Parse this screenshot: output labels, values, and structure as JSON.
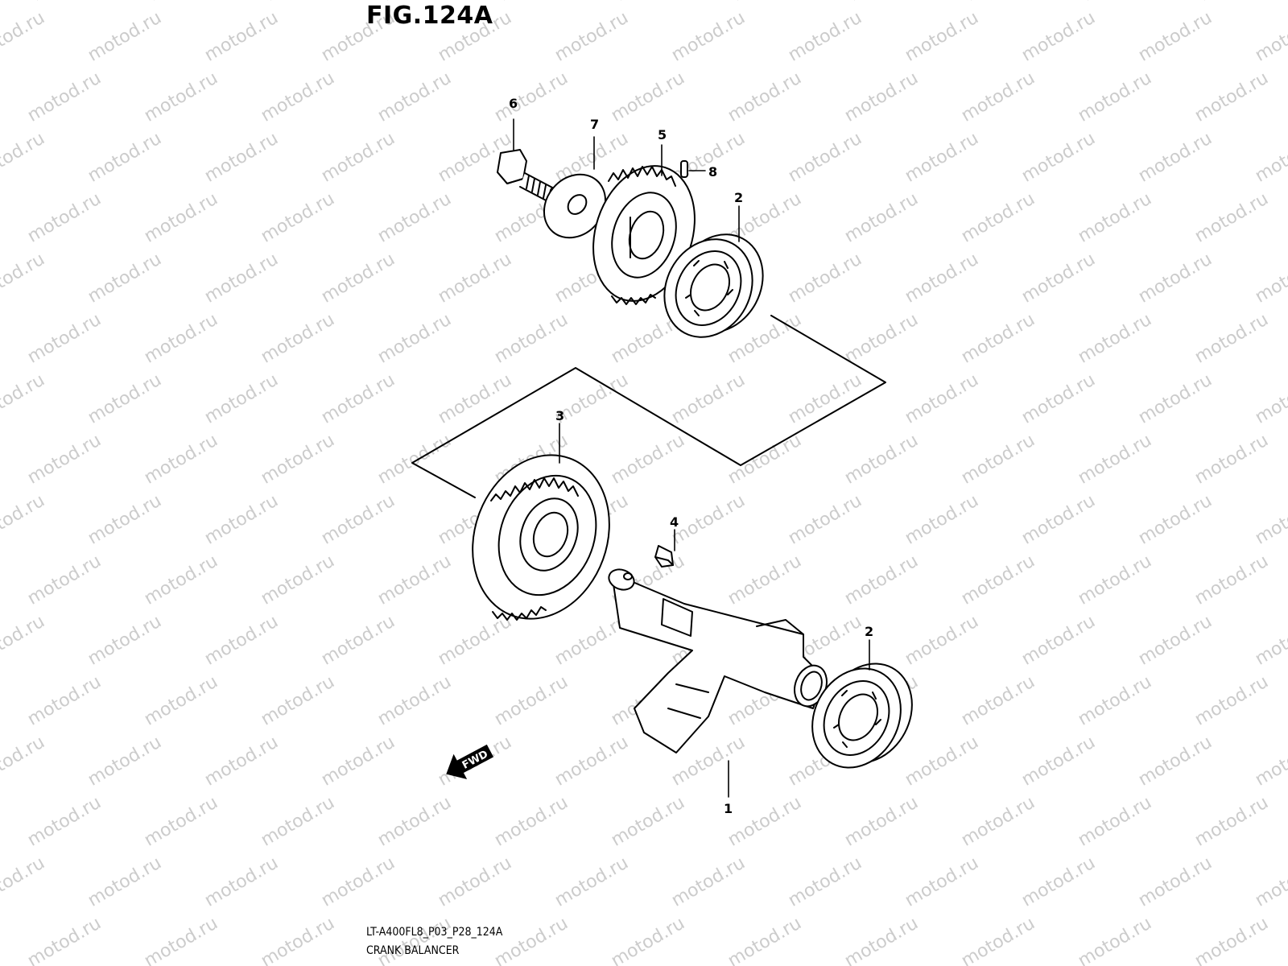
{
  "figure": {
    "title": "FIG.124A",
    "code": "LT-A400FL8_P03_P28_124A",
    "name": "CRANK BALANCER"
  },
  "watermark": "motod.ru",
  "fwd_arrow": "FWD",
  "callouts": {
    "bolt": "6",
    "washer": "7",
    "driven_gear": "5",
    "pin": "8",
    "bearing_upper": "2",
    "drive_gear": "3",
    "key": "4",
    "balancer_shaft": "1",
    "bearing_lower": "2"
  },
  "colors": {
    "line": "#000000",
    "watermark": "#cccccc",
    "background": "#ffffff"
  }
}
